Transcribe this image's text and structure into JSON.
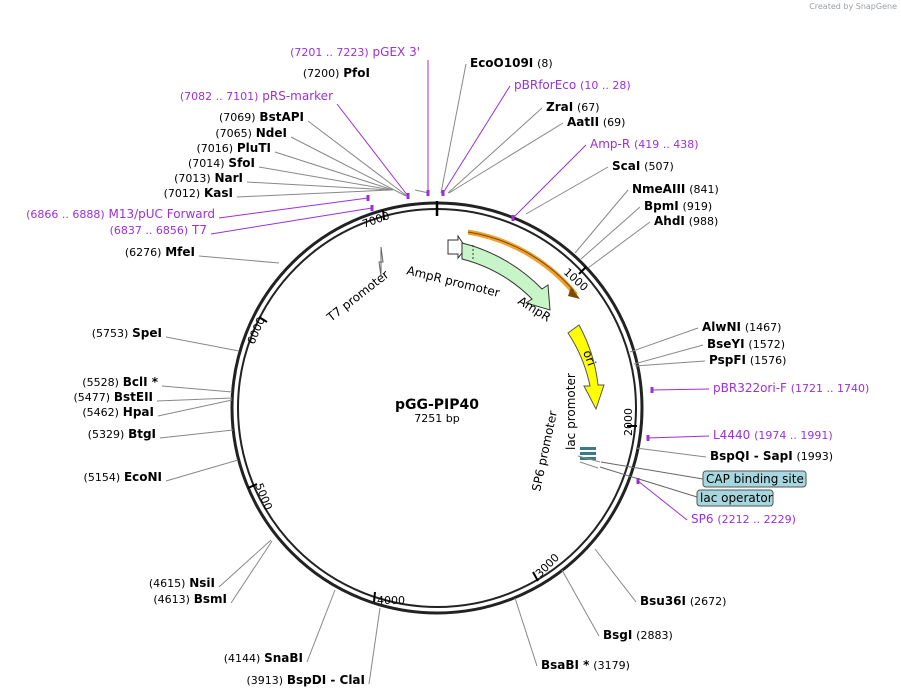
{
  "credit": "Created by  SnapGene",
  "plasmid": {
    "name": "pGG-PIP40",
    "size": "7251 bp"
  },
  "ticks": [
    "1000",
    "2000",
    "3000",
    "4000",
    "5000",
    "6000",
    "7000"
  ],
  "features": {
    "amp_promoter": "AmpR promoter",
    "ampr": "AmpR",
    "ori": "ori",
    "lac_promoter": "lac promoter",
    "sp6_promoter": "SP6 promoter",
    "t7_promoter": "T7 promoter"
  },
  "boxes": {
    "cap": "CAP binding site",
    "lac_operator": "lac operator"
  },
  "labels": [
    {
      "pos": "(7201 .. 7223)",
      "name": "pGEX 3'",
      "kind": "primer"
    },
    {
      "pos": "(7200)",
      "name": "PfoI",
      "kind": "enzyme"
    },
    {
      "pos": "(7082 .. 7101)",
      "name": "pRS-marker",
      "kind": "primer"
    },
    {
      "pos": "(7069)",
      "name": "BstAPI",
      "kind": "enzyme"
    },
    {
      "pos": "(7065)",
      "name": "NdeI",
      "kind": "enzyme"
    },
    {
      "pos": "(7016)",
      "name": "PluTI",
      "kind": "enzyme"
    },
    {
      "pos": "(7014)",
      "name": "SfoI",
      "kind": "enzyme"
    },
    {
      "pos": "(7013)",
      "name": "NarI",
      "kind": "enzyme"
    },
    {
      "pos": "(7012)",
      "name": "KasI",
      "kind": "enzyme"
    },
    {
      "pos": "(6866 .. 6888)",
      "name": "M13/pUC Forward",
      "kind": "primer"
    },
    {
      "pos": "(6837 .. 6856)",
      "name": "T7",
      "kind": "primer"
    },
    {
      "pos": "(6276)",
      "name": "MfeI",
      "kind": "enzyme"
    },
    {
      "pos": "(5753)",
      "name": "SpeI",
      "kind": "enzyme"
    },
    {
      "pos": "(5528)",
      "name": "BclI *",
      "kind": "enzyme"
    },
    {
      "pos": "(5477)",
      "name": "BstEII",
      "kind": "enzyme"
    },
    {
      "pos": "(5462)",
      "name": "HpaI",
      "kind": "enzyme"
    },
    {
      "pos": "(5329)",
      "name": "BtgI",
      "kind": "enzyme"
    },
    {
      "pos": "(5154)",
      "name": "EcoNI",
      "kind": "enzyme"
    },
    {
      "pos": "(4615)",
      "name": "NsiI",
      "kind": "enzyme"
    },
    {
      "pos": "(4613)",
      "name": "BsmI",
      "kind": "enzyme"
    },
    {
      "pos": "(4144)",
      "name": "SnaBI",
      "kind": "enzyme"
    },
    {
      "pos": "(3913)",
      "name": "BspDI  - ClaI",
      "kind": "enzyme"
    },
    {
      "pos": "(8)",
      "name": "EcoO109I",
      "kind": "enzyme"
    },
    {
      "pos": "(10 .. 28)",
      "name": "pBRforEco",
      "kind": "primer"
    },
    {
      "pos": "(67)",
      "name": "ZraI",
      "kind": "enzyme"
    },
    {
      "pos": "(69)",
      "name": "AatII",
      "kind": "enzyme"
    },
    {
      "pos": "(419 .. 438)",
      "name": "Amp-R",
      "kind": "primer"
    },
    {
      "pos": "(507)",
      "name": "ScaI",
      "kind": "enzyme"
    },
    {
      "pos": "(841)",
      "name": "NmeAIII",
      "kind": "enzyme"
    },
    {
      "pos": "(919)",
      "name": "BpmI",
      "kind": "enzyme"
    },
    {
      "pos": "(988)",
      "name": "AhdI",
      "kind": "enzyme"
    },
    {
      "pos": "(1467)",
      "name": "AlwNI",
      "kind": "enzyme"
    },
    {
      "pos": "(1572)",
      "name": "BseYI",
      "kind": "enzyme"
    },
    {
      "pos": "(1576)",
      "name": "PspFI",
      "kind": "enzyme"
    },
    {
      "pos": "(1721 .. 1740)",
      "name": "pBR322ori-F",
      "kind": "primer"
    },
    {
      "pos": "(1974 .. 1991)",
      "name": "L4440",
      "kind": "primer"
    },
    {
      "pos": "(1993)",
      "name": "BspQI  - SapI",
      "kind": "enzyme"
    },
    {
      "pos": "(2212 .. 2229)",
      "name": "SP6",
      "kind": "primer"
    },
    {
      "pos": "(2672)",
      "name": "Bsu36I",
      "kind": "enzyme"
    },
    {
      "pos": "(2883)",
      "name": "BsgI",
      "kind": "enzyme"
    },
    {
      "pos": "(3179)",
      "name": "BsaBI *",
      "kind": "enzyme"
    }
  ],
  "colors": {
    "enzyme": "#000000",
    "primer": "#9b30d9",
    "ampr": "#c8f5c8",
    "ori": "#ffff00",
    "promoter": "#ffffff",
    "orange": "#f0a030"
  }
}
